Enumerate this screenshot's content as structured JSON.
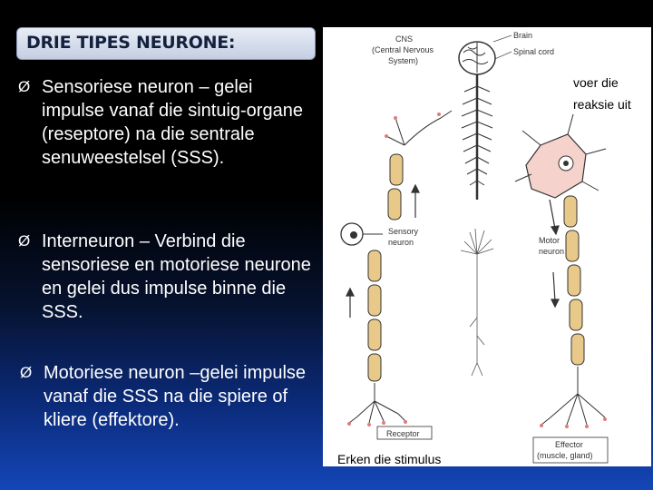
{
  "title": "DRIE TIPES NEURONE:",
  "bullet_glyph": "Ø",
  "bullets": [
    {
      "text": "Sensoriese neuron – gelei impulse vanaf die sintuig-organe (reseptore) na die sentrale senuweestelsel (SSS)."
    },
    {
      "text": "Interneuron – Verbind die sensoriese en motoriese neurone en gelei dus impulse binne die SSS."
    },
    {
      "text": "Motoriese neuron –gelei impulse vanaf die SSS na die spiere of kliere (effektore)."
    }
  ],
  "diagram": {
    "labels": {
      "cns_1": "CNS",
      "cns_2": "(Central Nervous",
      "cns_3": "System)",
      "brain": "Brain",
      "spinal_cord": "Spinal cord",
      "sensory_1": "Sensory",
      "sensory_2": "neuron",
      "motor_1": "Motor",
      "motor_2": "neuron",
      "receptor": "Receptor",
      "effector_1": "Effector",
      "effector_2": "(muscle, gland)"
    },
    "annotations": {
      "reaction_1": "voer die",
      "reaction_2": "reaksie uit",
      "stimulus": "Erken die stimulus"
    }
  },
  "colors": {
    "title_text": "#14213d",
    "myelin": "#e8c98a",
    "cell_body": "#f6d2cc",
    "nerve": "#333333"
  }
}
